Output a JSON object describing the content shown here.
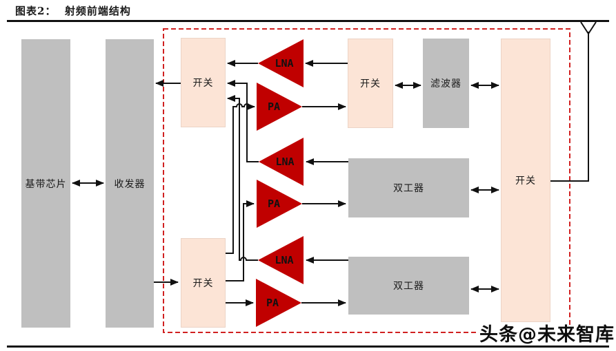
{
  "title": "图表2：  射频前端结构",
  "watermark": "头条@未来智库",
  "diagram": {
    "blocks": {
      "baseband": {
        "label": "基带芯片"
      },
      "transceiver": {
        "label": "收发器"
      },
      "switch_top_left": {
        "label": "开关"
      },
      "switch_bottom_left": {
        "label": "开关"
      },
      "switch_top_right": {
        "label": "开关"
      },
      "filter": {
        "label": "滤波器"
      },
      "duplexer_mid": {
        "label": "双工器"
      },
      "duplexer_bottom": {
        "label": "双工器"
      },
      "switch_antenna": {
        "label": "开关"
      }
    },
    "amplifiers": {
      "lna1": {
        "label": "LNA"
      },
      "pa1": {
        "label": "PA"
      },
      "lna2": {
        "label": "LNA"
      },
      "pa2": {
        "label": "PA"
      },
      "lna3": {
        "label": "LNA"
      },
      "pa3": {
        "label": "PA"
      }
    },
    "icons": {
      "antenna": "antenna-icon"
    },
    "colors": {
      "amplifier_red": "#c00000",
      "dashed_border_red": "#d02020",
      "block_gray": "#bfbfbf",
      "block_peach": "#fce4d6",
      "wire_black": "#111111"
    }
  }
}
